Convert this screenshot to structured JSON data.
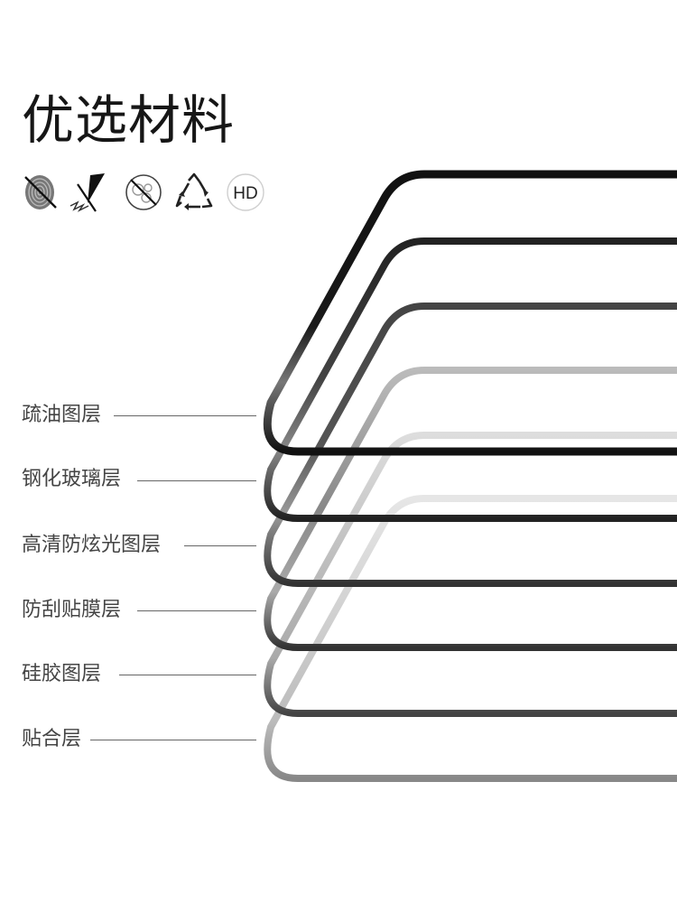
{
  "title": "优选材料",
  "icons": [
    {
      "name": "anti-fingerprint-icon"
    },
    {
      "name": "anti-scratch-icon"
    },
    {
      "name": "anti-bubble-icon"
    },
    {
      "name": "recycle-icon"
    },
    {
      "name": "hd-icon",
      "text": "HD"
    }
  ],
  "layers": [
    {
      "label": "疏油图层"
    },
    {
      "label": "钢化玻璃层"
    },
    {
      "label": "高清防炫光图层"
    },
    {
      "label": "防刮贴膜层"
    },
    {
      "label": "硅胶图层"
    },
    {
      "label": "贴合层"
    }
  ],
  "colors": {
    "title": "#161616",
    "label": "#444444",
    "leader": "#666666",
    "layer_dark": "#000000",
    "layer_light": "#bbbbbb"
  }
}
